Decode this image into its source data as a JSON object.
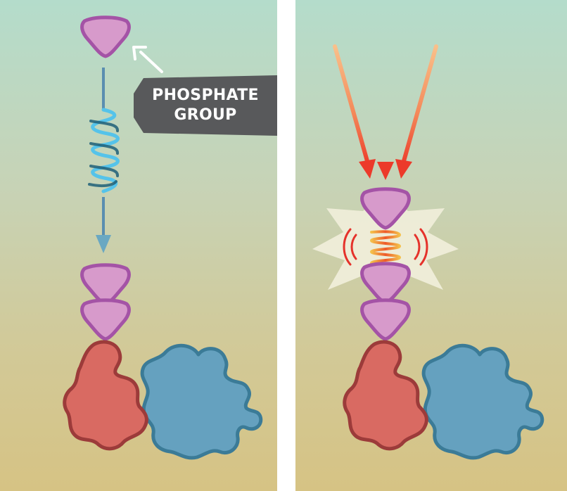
{
  "label": {
    "line1": "PHOSPHATE",
    "line2": "GROUP"
  },
  "colors": {
    "phosphate_fill": "#d79acb",
    "phosphate_stroke": "#a453a6",
    "red_protein_fill": "#d96a62",
    "red_protein_stroke": "#9c3b3a",
    "blue_protein_fill": "#65a1bf",
    "blue_protein_stroke": "#3b7b97",
    "bond_spring": "#5fc6ea",
    "arrow_blue": "#6aa8c2",
    "energy_arrow": "#ee3a2b",
    "label_bg": "#58595b"
  },
  "panels": {
    "left": "bond-formation",
    "right": "bond-break-energy-release"
  }
}
